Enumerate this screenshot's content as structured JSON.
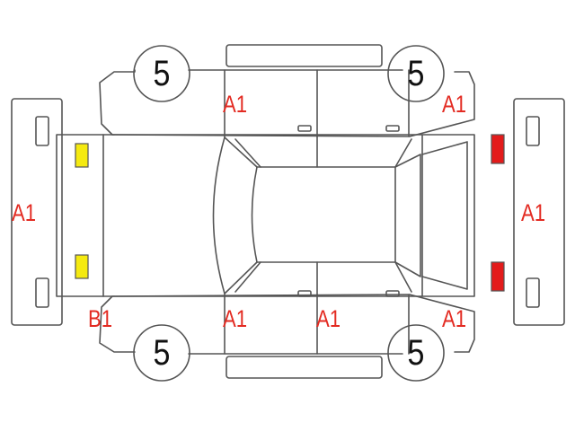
{
  "colors": {
    "outline": "#555555",
    "damage_label": "#e32b22",
    "front_lamp": "#f5ea10",
    "rear_lamp": "#e31b1b",
    "wheel_number": "#111111"
  },
  "wheels": {
    "front_left": "5",
    "rear_left": "5",
    "front_right": "5",
    "rear_right": "5"
  },
  "labels": {
    "front_bumper": "A1",
    "rear_bumper": "A1",
    "left_front_door": "A1",
    "left_rear_quarter": "A1",
    "right_front_fender": "B1",
    "right_front_door": "A1",
    "right_rear_door": "A1",
    "right_rear_quarter": "A1"
  }
}
